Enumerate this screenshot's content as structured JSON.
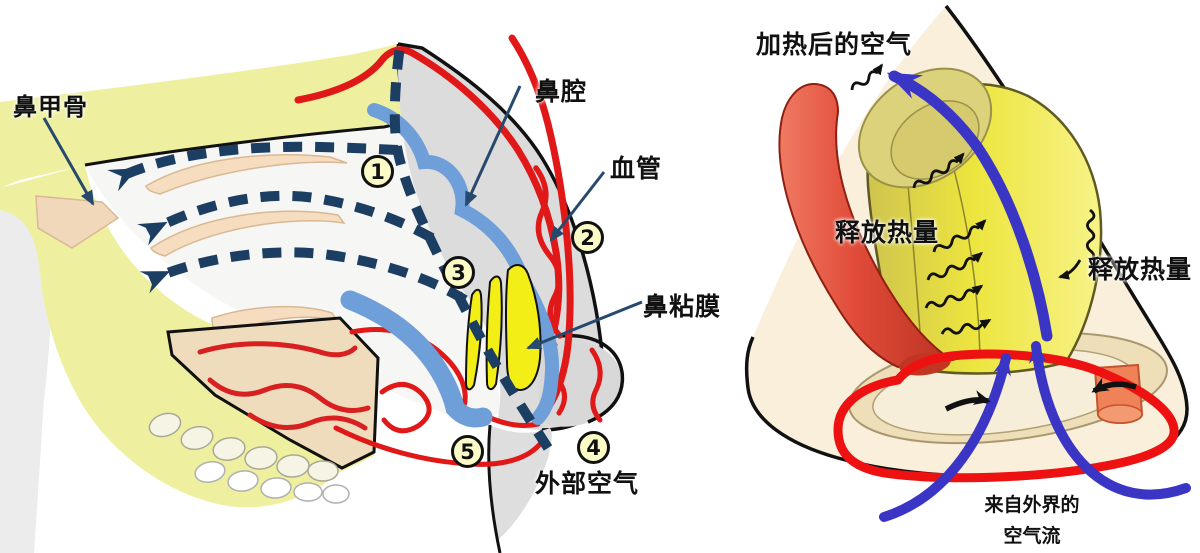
{
  "left_panel": {
    "labels": {
      "turbinate_bone": "鼻甲骨",
      "nasal_cavity": "鼻腔",
      "blood_vessel": "血管",
      "nasal_mucosa": "鼻粘膜",
      "external_air": "外部空气"
    },
    "markers": [
      "1",
      "2",
      "3",
      "4",
      "5"
    ]
  },
  "right_panel": {
    "labels": {
      "heated_air": "加热后的空气",
      "release_heat_left": "释放热量",
      "release_heat_right": "释放热量",
      "incoming_air_line1": "来自外界的",
      "incoming_air_line2": "空气流"
    }
  },
  "colors": {
    "airflow_dash_navy": "#1d3e63",
    "airflow_blue": "#3b35c5",
    "vessel_red": "#e01818",
    "vessel_blue": "#6f9fd8",
    "mucosa_yellow": "#f3ef16",
    "bone_yellow": "#eef0a0",
    "tube_yellow": "#e9e23b",
    "tube_red": "#e04a38",
    "nostril_loop_red": "#ee1111",
    "nose_beige": "#f9efdb",
    "marker_badge_fill": "#fbfbc8",
    "heat_arrow_black": "#111111"
  }
}
